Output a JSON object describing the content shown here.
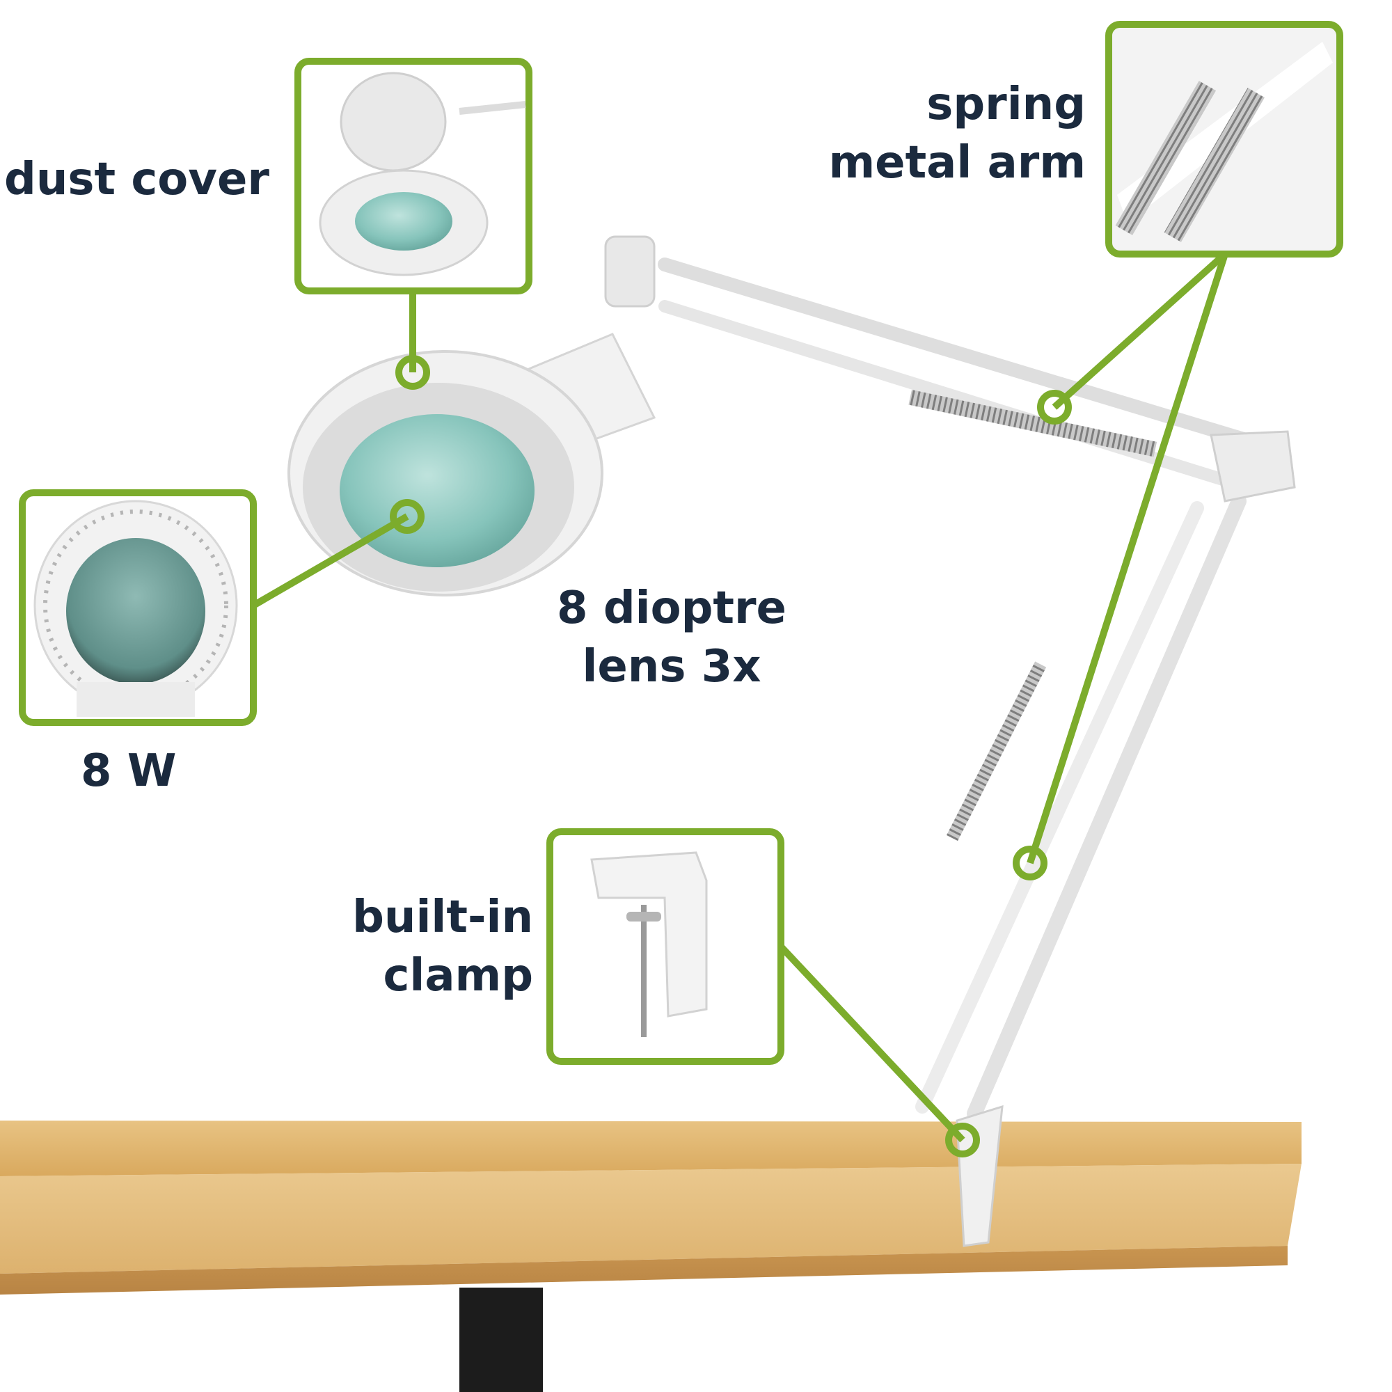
{
  "accent_color": "#7cac2c",
  "text_color": "#1b2a3e",
  "callouts": {
    "dust_cover": {
      "line1": "dust cover"
    },
    "spring_arm": {
      "line1": "spring",
      "line2": "metal arm"
    },
    "lens": {
      "line1": "8 dioptre",
      "line2": "lens 3x"
    },
    "power": {
      "line1": "8 W"
    },
    "clamp": {
      "line1": "built-in",
      "line2": "clamp"
    }
  }
}
